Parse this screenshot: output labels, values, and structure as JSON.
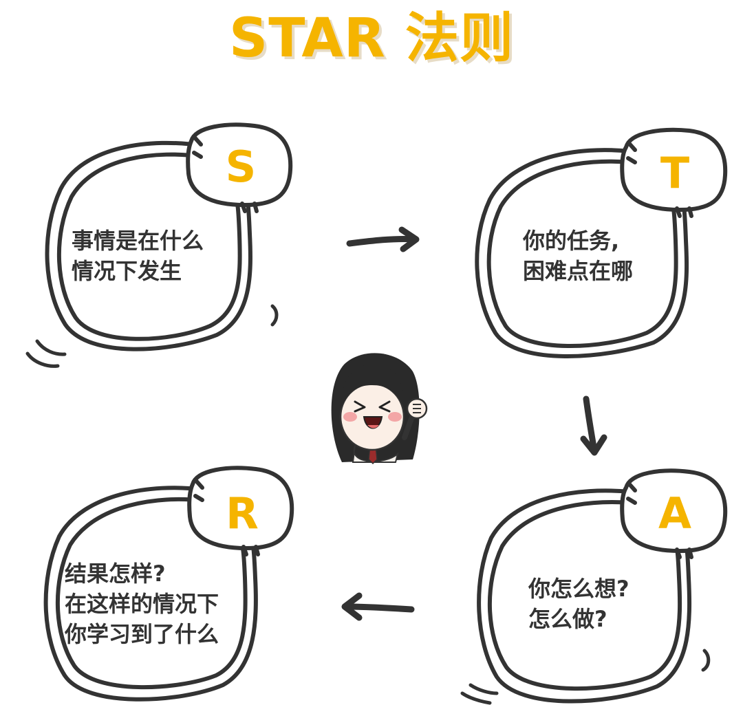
{
  "title": "STAR 法则",
  "colors": {
    "accent": "#f5b400",
    "ink": "#333333",
    "background": "#ffffff"
  },
  "steps": [
    {
      "letter": "S",
      "lines": [
        "事情是在什么",
        "情况下发生"
      ]
    },
    {
      "letter": "T",
      "lines": [
        "你的任务,",
        "困难点在哪"
      ]
    },
    {
      "letter": "A",
      "lines": [
        "你怎么想?",
        "怎么做?"
      ]
    },
    {
      "letter": "R",
      "lines": [
        "结果怎样?",
        "在这样的情况下",
        "你学习到了什么"
      ]
    }
  ],
  "flow_arrows": [
    "right-arrow",
    "down-arrow",
    "left-arrow"
  ],
  "mascot": {
    "icon": "cheering-girl-icon"
  }
}
